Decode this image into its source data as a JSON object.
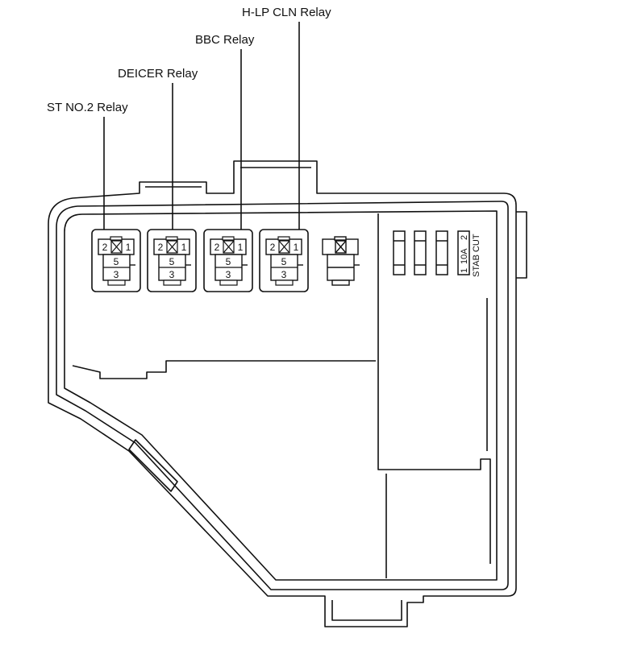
{
  "labels": {
    "st_no2": "ST NO.2 Relay",
    "deicer": "DEICER Relay",
    "bbc": "BBC Relay",
    "hlp_cln": "H-LP CLN Relay"
  },
  "relay_pins": {
    "pin_2": "2",
    "pin_1": "1",
    "pin_5": "5",
    "pin_3": "3"
  },
  "fuse": {
    "pin_1": "1",
    "rating": "10A",
    "pin_2": "2",
    "name": "STAB CUT"
  }
}
